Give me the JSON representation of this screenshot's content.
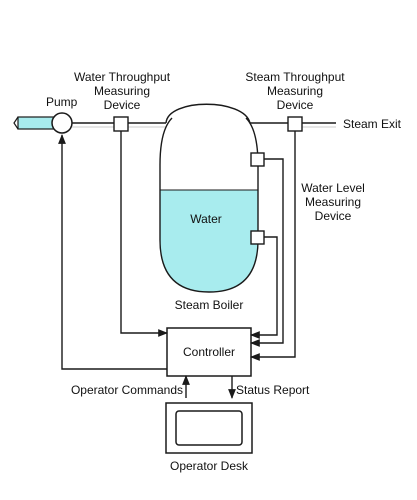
{
  "colors": {
    "water": "#a8ecee",
    "line": "#1a1a1a",
    "background": "#ffffff"
  },
  "labels": {
    "pump": "Pump",
    "water_throughput": [
      "Water Throughput",
      "Measuring",
      "Device"
    ],
    "steam_throughput": [
      "Steam Throughput",
      "Measuring",
      "Device"
    ],
    "steam_exit": "Steam Exit",
    "water": "Water",
    "water_level": [
      "Water Level",
      "Measuring",
      "Device"
    ],
    "steam_boiler": "Steam Boiler",
    "controller": "Controller",
    "operator_commands": "Operator Commands",
    "status_report": "Status Report",
    "operator_desk": "Operator Desk"
  }
}
